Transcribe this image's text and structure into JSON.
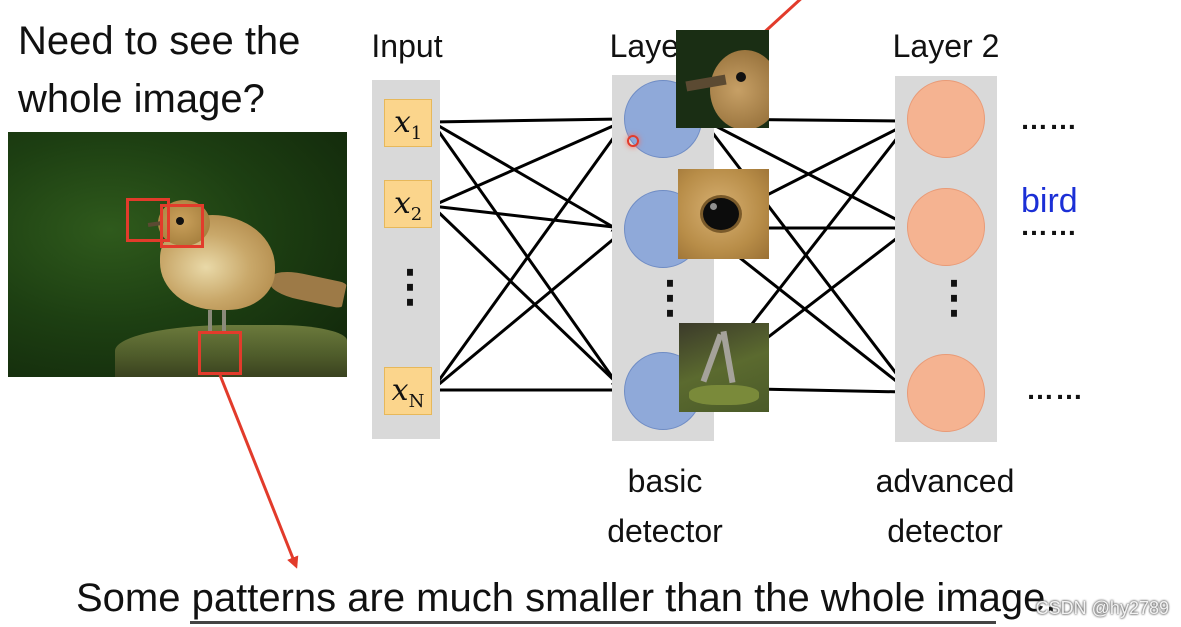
{
  "question": {
    "line1": "Need to see the",
    "line2": "whole image?"
  },
  "input_label": "Input",
  "layer1_label": "Layer 1",
  "layer2_label": "Layer 2",
  "inputs": [
    {
      "var": "x",
      "sub": "1"
    },
    {
      "var": "x",
      "sub": "2"
    },
    {
      "var": "x",
      "sub": "N"
    }
  ],
  "vertical_ellipsis": "⋮",
  "horizontal_ellipsis": "……",
  "bird_label": "bird",
  "basic_detector": {
    "line1": "basic",
    "line2": "detector"
  },
  "advanced_detector": {
    "line1": "advanced",
    "line2": "detector"
  },
  "bottom_caption": "Some patterns are much smaller than the whole image.",
  "watermark": "CSDN @hy2789",
  "colors": {
    "panel": "#d9d9d9",
    "input_box": "#fbd58c",
    "layer1_node": "#8fa9d9",
    "layer2_node": "#f5b391",
    "highlight_box": "#e23b2b",
    "bird_label": "#1b2fd6"
  }
}
